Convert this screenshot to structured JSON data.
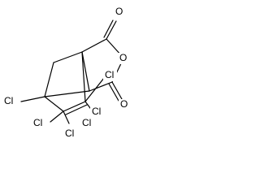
{
  "molecule": {
    "labels": {
      "o_upper": "O",
      "o_ring": "O",
      "o_lower": "O",
      "cl_bridge_right": "Cl",
      "cl_bridgehead_left": "Cl",
      "cl_lower_1": "Cl",
      "cl_lower_2": "Cl",
      "cl_lower_3": "Cl",
      "cl_lower_4": "Cl"
    },
    "colors": {
      "bond": "#000000",
      "text": "#000000",
      "background": "#ffffff"
    }
  }
}
